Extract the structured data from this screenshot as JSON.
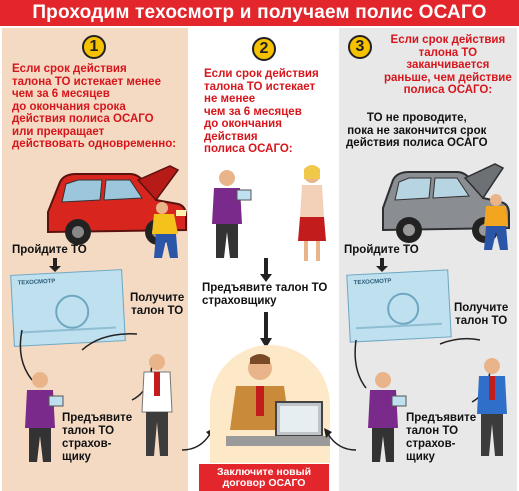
{
  "title": "Проходим техосмотр и получаем полис ОСАГО",
  "colors": {
    "title_bg": "#e3262c",
    "panel1_bg": "#f4d9c3",
    "panel3_bg": "#e8e8e8",
    "number_badge": "#f6c200",
    "text_red": "#d6161c",
    "car_red": "#d8261f",
    "car_grey": "#8a8d91"
  },
  "panel1": {
    "number": "1",
    "condition_lines": [
      "Если срок действия",
      "талона ТО истекает менее",
      "чем за 6 месяцев",
      "до окончания срока",
      "действия полиса ОСАГО",
      "или прекращает"
    ],
    "condition_tail": "действовать одновременно:",
    "step1": "Пройдите ТО",
    "step2_lines": [
      "Получите",
      "талон ТО"
    ],
    "step3_lines": [
      "Предъявите",
      "талон ТО",
      "страхов-",
      "щику"
    ],
    "card_caption": "ТЕХОСМОТР"
  },
  "panel2": {
    "number": "2",
    "condition_lines": [
      "Если срок действия",
      "талона ТО истекает",
      "не менее",
      "чем за 6 месяцев",
      "до окончания",
      "действия",
      "полиса ОСАГО:"
    ],
    "step1_lines": [
      "Предъявите талон ТО",
      "страховщику"
    ],
    "final_lines": [
      "Заключите новый",
      "договор ОСАГО"
    ]
  },
  "panel3": {
    "number": "3",
    "condition_lines": [
      "Если срок действия",
      "талона ТО",
      "заканчивается",
      "раньше, чем действие",
      "полиса ОСАГО:"
    ],
    "note_lines": [
      "ТО не проводите,",
      "пока не закончится срок",
      "действия полиса ОСАГО"
    ],
    "step1": "Пройдите ТО",
    "step2_lines": [
      "Получите",
      "талон ТО"
    ],
    "step3_lines": [
      "Предъявите",
      "талон ТО",
      "страхов-",
      "щику"
    ],
    "card_caption": "ТЕХОСМОТР"
  }
}
